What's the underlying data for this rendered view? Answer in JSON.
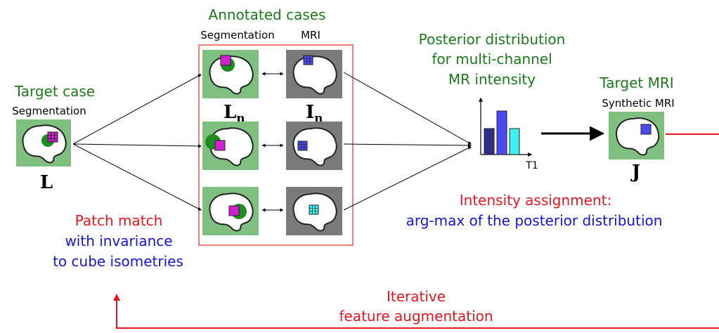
{
  "colors": {
    "green_text": "#1a7a1a",
    "red": "#e8141e",
    "blue": "#1414dc",
    "black": "#000000",
    "panel_green": "#7fbf7f",
    "panel_gray": "#7a7a7a",
    "annot_box": "#f08080",
    "magenta": "#d020d0",
    "dark_green": "#1e8c1e",
    "mri_blue": "#4a4aee",
    "cyan": "#40f0f0",
    "bar_navy": "#2e2e8a"
  },
  "target_case": {
    "title": "Target case",
    "subtitle": "Segmentation",
    "symbol": "L"
  },
  "annotated": {
    "title": "Annotated cases",
    "col_seg": "Segmentation",
    "col_mri": "MRI",
    "seg_symbol": "L",
    "seg_subscript": "n",
    "mri_symbol": "I",
    "mri_subscript": "n"
  },
  "posterior": {
    "line1": "Posterior distribution",
    "line2": "for multi-channel",
    "line3": "MR intensity",
    "axis_label": "T1"
  },
  "target_mri": {
    "title": "Target MRI",
    "subtitle": "Synthetic MRI",
    "symbol": "J"
  },
  "patch_match": {
    "line1": "Patch match",
    "line2": "with invariance",
    "line3": "to cube isometries"
  },
  "intensity": {
    "line1": "Intensity assignment:",
    "line2": "arg-max of the posterior distribution"
  },
  "iterative": {
    "line1": "Iterative",
    "line2": "feature augmentation"
  },
  "icons": {
    "brain": "brain-outline-icon",
    "patch": "grid-patch-icon",
    "histogram": "histogram-icon"
  }
}
